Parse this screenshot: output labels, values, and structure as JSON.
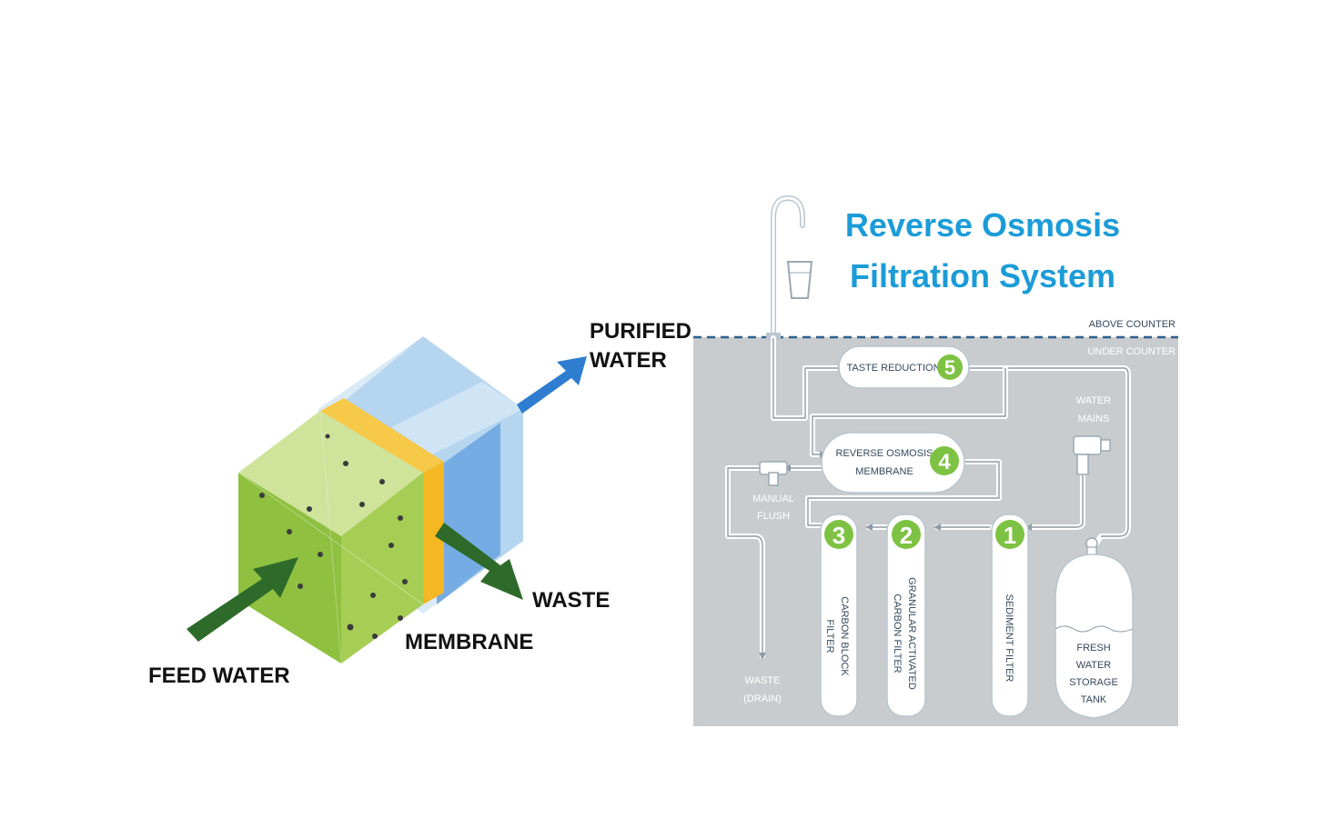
{
  "left_diagram": {
    "labels": {
      "purified_line1": "PURIFIED",
      "purified_line2": "WATER",
      "waste": "WASTE",
      "membrane": "MEMBRANE",
      "feed_water": "FEED WATER"
    },
    "colors": {
      "feed_side": "#9ccc4a",
      "membrane": "#f5b722",
      "purified_side": "#a9cdec",
      "purified_arrow": "#2e7dd1",
      "waste_arrow": "#2e6b2a"
    }
  },
  "right_diagram": {
    "title_line1": "Reverse Osmosis",
    "title_line2": "Filtration System",
    "above_counter": "ABOVE COUNTER",
    "under_counter": "UNDER COUNTER",
    "stages": [
      {
        "number": "1",
        "label": "SEDIMENT FILTER"
      },
      {
        "number": "2",
        "label_line1": "GRANULAR ACTIVATED",
        "label_line2": "CARBON FILTER"
      },
      {
        "number": "3",
        "label_line1": "CARBON BLOCK",
        "label_line2": "FILTER"
      },
      {
        "number": "4",
        "label_line1": "REVERSE OSMOSIS",
        "label_line2": "MEMBRANE"
      },
      {
        "number": "5",
        "label": "TASTE REDUCTION"
      }
    ],
    "water_mains_line1": "WATER",
    "water_mains_line2": "MAINS",
    "manual_flush_line1": "MANUAL",
    "manual_flush_line2": "FLUSH",
    "waste_line1": "WASTE",
    "waste_line2": "(DRAIN)",
    "tank_lines": [
      "FRESH",
      "WATER",
      "STORAGE",
      "TANK"
    ],
    "colors": {
      "panel": "#c9ccce",
      "title": "#1b9cd8",
      "stage_number": "#7dc242"
    }
  }
}
